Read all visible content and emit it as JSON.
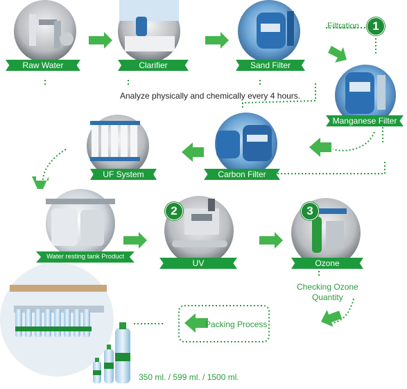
{
  "colors": {
    "green": "#2a9a3c",
    "dark_green": "#1e8c36",
    "ribbon": "#1d9a3c",
    "arrow": "#43b54c",
    "dotted": "#2a9a3c"
  },
  "stages": {
    "raw_water": "Raw Water",
    "clarifier": "Clarifier",
    "sand_filter": "Sand Filter",
    "filtration": "Filtration",
    "manganese_filter": "Manganese Filter",
    "carbon_filter": "Carbon Filter",
    "uf_system": "UF System",
    "water_resting_tank": "Water resting tank Product",
    "uv": "UV",
    "ozone": "Ozone",
    "packing_process": "Packing Process"
  },
  "notes": {
    "analyze": "Analyze physically and chemically every 4 hours.",
    "checking_ozone_line1": "Checking Ozone",
    "checking_ozone_line2": "Quantity",
    "sizes": "350 ml. / 599 ml. / 1500 ml."
  },
  "steps": {
    "one": "1",
    "two": "2",
    "three": "3"
  },
  "icons": [
    "raw-water-photo",
    "clarifier-photo",
    "sand-filter-photo",
    "manganese-filter-photo",
    "carbon-filter-photo",
    "uf-system-photo",
    "resting-tank-photo",
    "uv-photo",
    "ozone-photo",
    "bottles-photo"
  ]
}
